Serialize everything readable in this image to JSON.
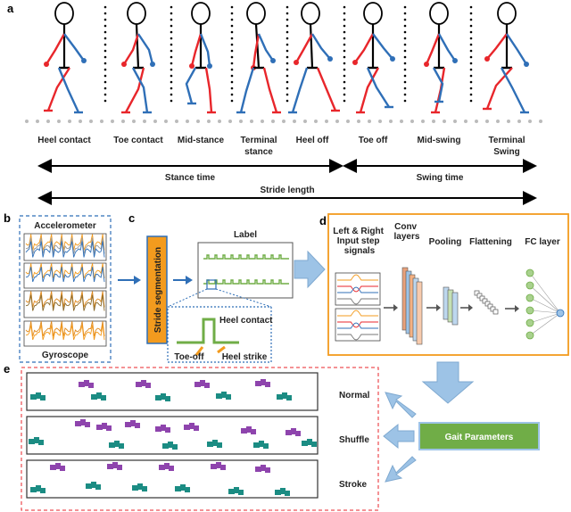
{
  "panel_letters": {
    "a": "a",
    "b": "b",
    "c": "c",
    "d": "d",
    "e": "e"
  },
  "phases": [
    "Heel contact",
    "Toe contact",
    "Mid-stance",
    "Terminal\nstance",
    "Heel off",
    "Toe off",
    "Mid-swing",
    "Terminal\nSwing"
  ],
  "timing": {
    "stance": "Stance time",
    "swing": "Swing time",
    "stride": "Stride length"
  },
  "panel_b": {
    "top": "Accelerometer",
    "bottom": "Gyroscope"
  },
  "panel_c": {
    "segment": "Stride segmentation",
    "label": "Label",
    "heel_contact": "Heel contact",
    "toe_off": "Toe-off",
    "heel_strike": "Heel strike"
  },
  "panel_d": {
    "input": "Left & Right\nInput step\nsignals",
    "conv": "Conv\nlayers",
    "pooling": "Pooling",
    "flattening": "Flattening",
    "fc": "FC layer"
  },
  "panel_e": {
    "rows": [
      "Normal",
      "Shuffle",
      "Stroke"
    ],
    "gait": "Gait Parameters"
  },
  "colors": {
    "red": "#e8262b",
    "blue": "#2f6fb7",
    "orange": "#f39b1e",
    "green": "#70ad47",
    "light_blue": "#9dc3e6",
    "teal": "#1b8c83",
    "purple": "#8e44ad"
  }
}
